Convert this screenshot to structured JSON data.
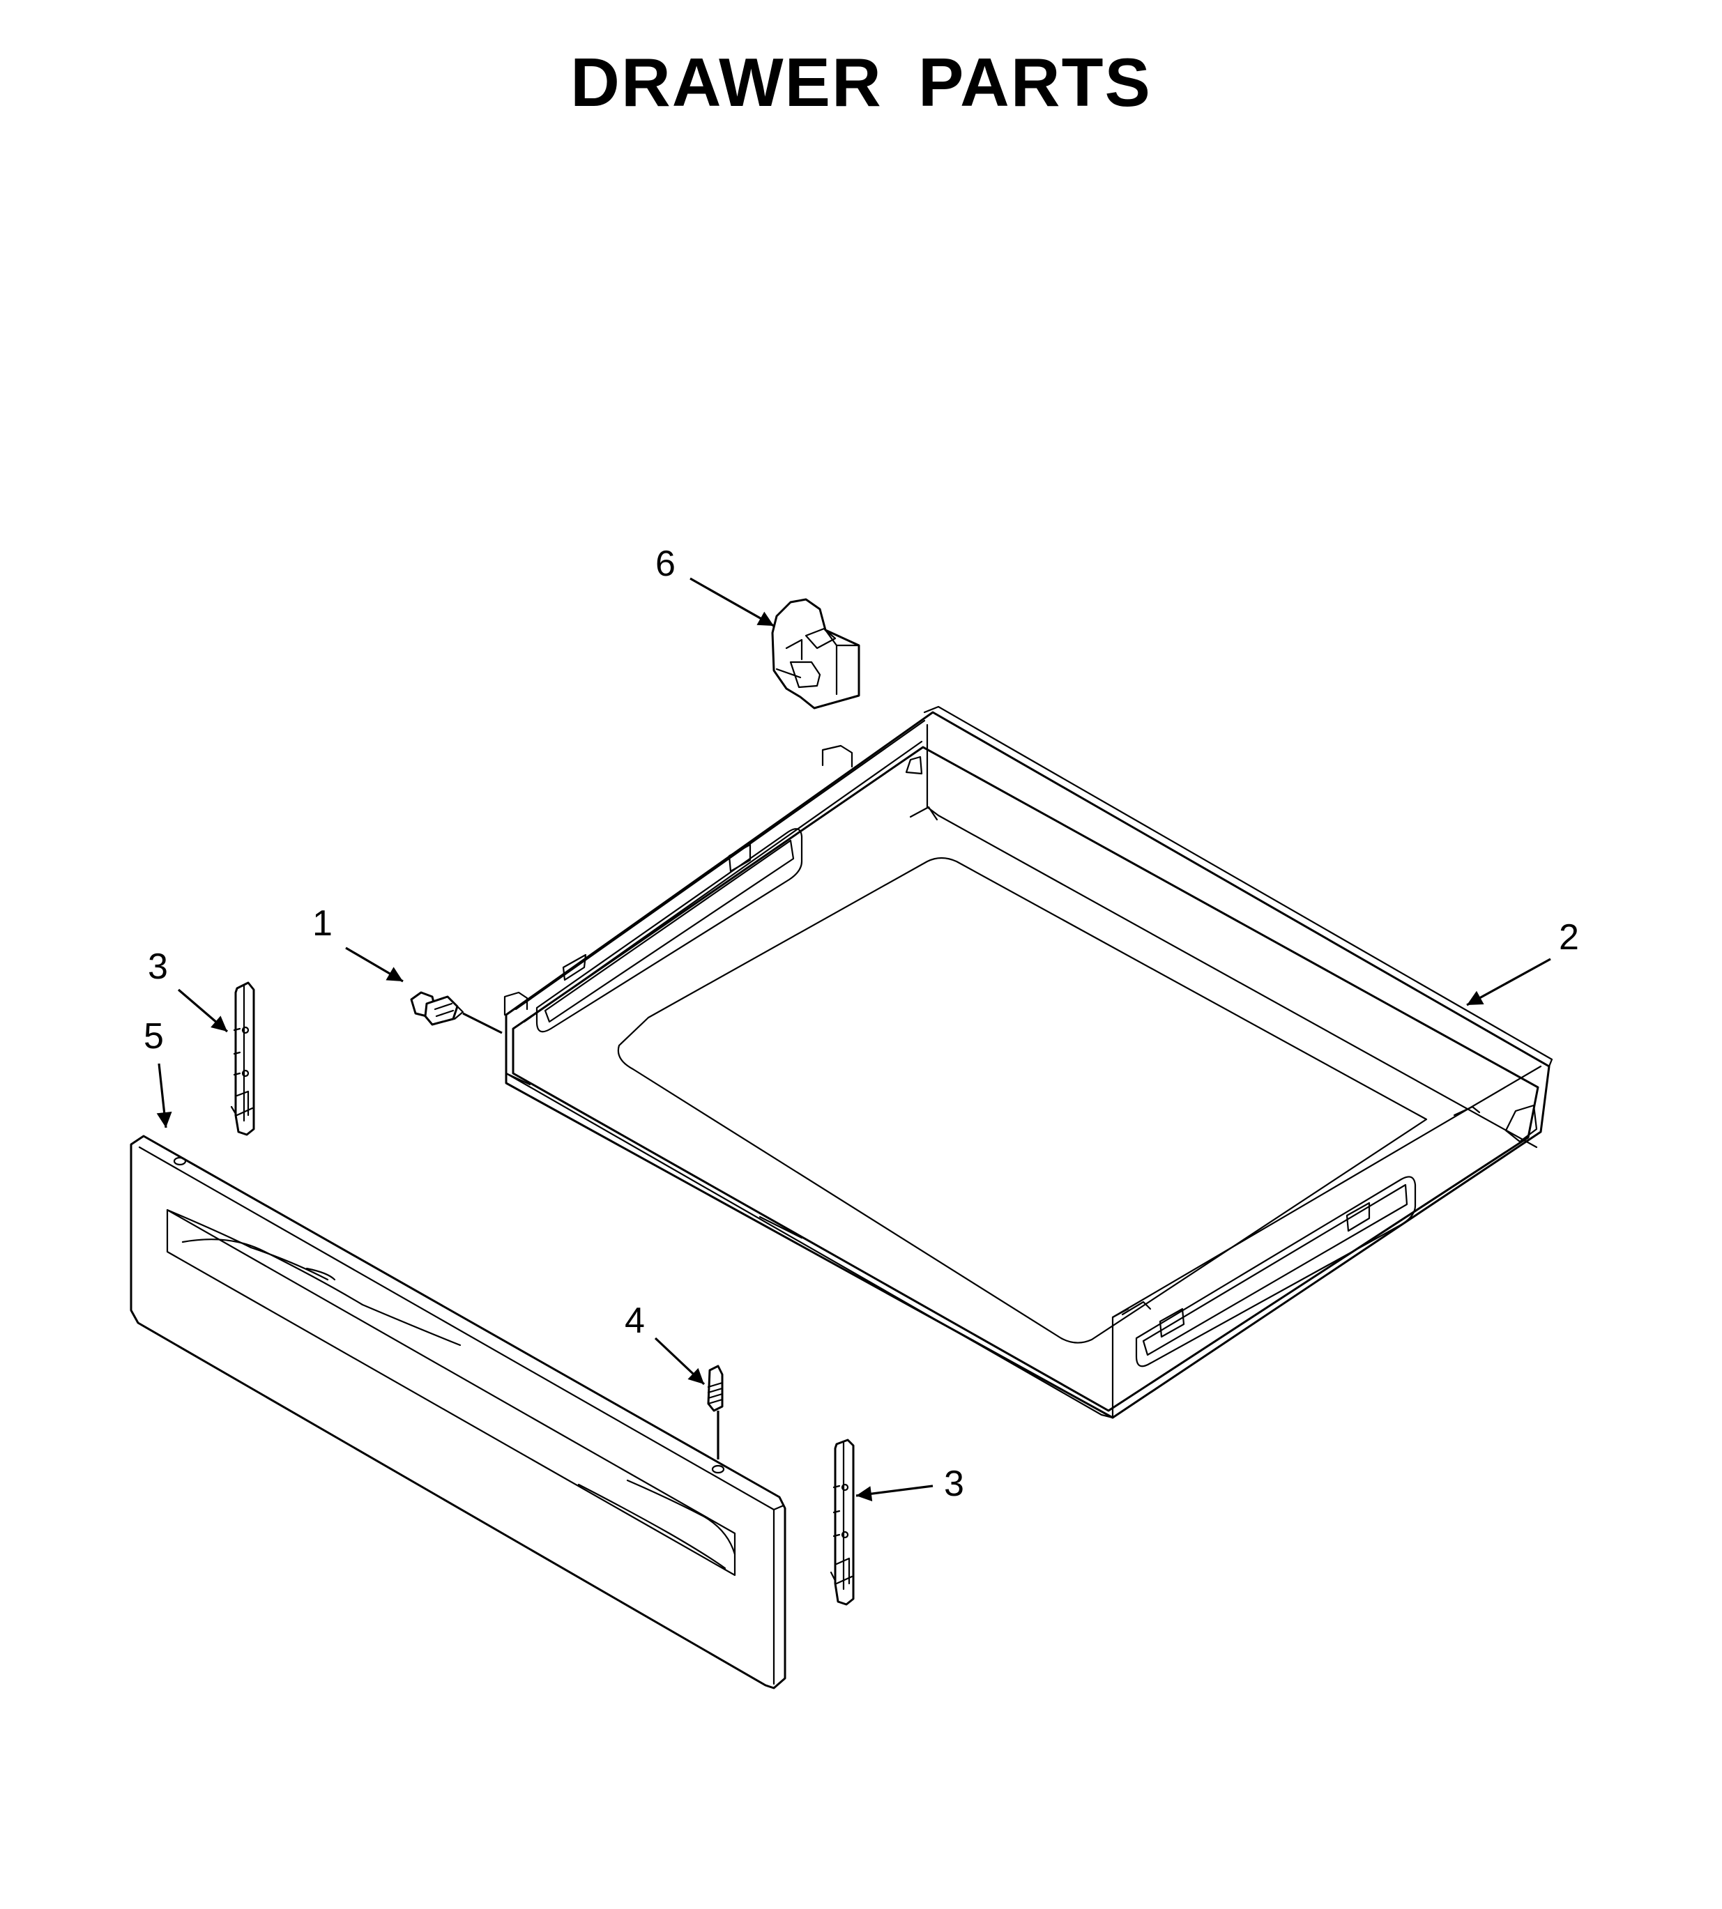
{
  "title": "DRAWER PARTS",
  "callouts": [
    {
      "id": "1",
      "part": "screw"
    },
    {
      "id": "2",
      "part": "drawer body"
    },
    {
      "id": "3",
      "part": "drawer slide (left)"
    },
    {
      "id": "3",
      "part": "drawer slide (right)"
    },
    {
      "id": "4",
      "part": "spring clip"
    },
    {
      "id": "5",
      "part": "drawer front panel"
    },
    {
      "id": "6",
      "part": "bracket"
    }
  ],
  "colors": {
    "line": "#000000",
    "background": "#ffffff"
  }
}
